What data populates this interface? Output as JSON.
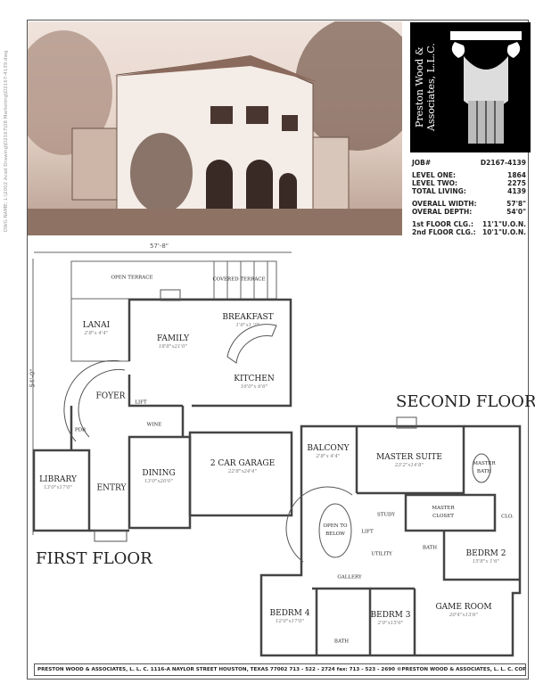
{
  "side_note": "DWG NAME: L:\\2002 Acad Drawing\\D2167\\08 Marketing\\D2167-4139.dwg",
  "logo": {
    "text": "Preston Wood & Associates, L.L.C."
  },
  "specs": {
    "job_label": "JOB#",
    "job": "D2167-4139",
    "level_one_label": "LEVEL ONE:",
    "level_one": "1864",
    "level_two_label": "LEVEL TWO:",
    "level_two": "2275",
    "total_label": "TOTAL LIVING:",
    "total": "4139",
    "width_label": "OVERALL WIDTH:",
    "width": "57'8\"",
    "depth_label": "OVERAL DEPTH:",
    "depth": "54'0\"",
    "clg1_label": "1st FLOOR CLG.:",
    "clg1": "11'1\"U.O.N.",
    "clg2_label": "2nd FLOOR CLG.:",
    "clg2": "10'1\"U.O.N."
  },
  "dimensions": {
    "width": "57'-8\"",
    "depth": "54'-0\""
  },
  "first_floor": {
    "title": "FIRST FLOOR",
    "rooms": {
      "open_terrace": "OPEN TERRACE",
      "covered_terrace": "COVERED TERRACE",
      "lanai": {
        "name": "LANAI",
        "size": "2'8\"x 4'4\""
      },
      "family": {
        "name": "FAMILY",
        "size": "18'8\"x21'0\""
      },
      "breakfast": {
        "name": "BREAKFAST",
        "size": "1'6\"x1 '0\""
      },
      "kitchen": {
        "name": "KITCHEN",
        "size": "16'0\"x 6'6\""
      },
      "foyer": "FOYER",
      "lift": "LIFT",
      "pdr": "PDR",
      "wine": "WINE",
      "library": {
        "name": "LIBRARY",
        "size": "13'0\"x17'0\""
      },
      "entry": "ENTRY",
      "dining": {
        "name": "DINING",
        "size": "13'0\"x20'0\""
      },
      "garage": {
        "name": "2 CAR GARAGE",
        "size": "22'8\"x24'4\""
      }
    }
  },
  "second_floor": {
    "title": "SECOND FLOOR",
    "rooms": {
      "balcony": {
        "name": "BALCONY",
        "size": "2'8\"x 4'4\""
      },
      "master_suite": {
        "name": "MASTER SUITE",
        "size": "23'2\"x14'8\""
      },
      "master_bath": "MASTER BATH",
      "master_closet": "MASTER CLOSET",
      "clo": "CLO.",
      "study": "STUDY",
      "open_to_below": "OPEN TO BELOW",
      "lift": "LIFT",
      "utility": "UTILITY",
      "bath": "BATH",
      "bedrm2": {
        "name": "BEDRM 2",
        "size": "15'8\"x 1'6\""
      },
      "gallery": "GALLERY",
      "bedrm4": {
        "name": "BEDRM 4",
        "size": "12'0\"x17'0\""
      },
      "bedrm3": {
        "name": "BEDRM 3",
        "size": "2'0\"x15'6\""
      },
      "game_room": {
        "name": "GAME ROOM",
        "size": "20'4\"x13'6\""
      },
      "bath2": "BATH"
    }
  },
  "footer": "PRESTON WOOD & ASSOCIATES, L. L. C.    1116-A  NAYLOR STREET    HOUSTON, TEXAS  77002    713 - 522 - 2724    fax: 713 - 523 - 2690  ©PRESTON WOOD & ASSOCIATES, L. L. C.  COPYRIGHT"
}
